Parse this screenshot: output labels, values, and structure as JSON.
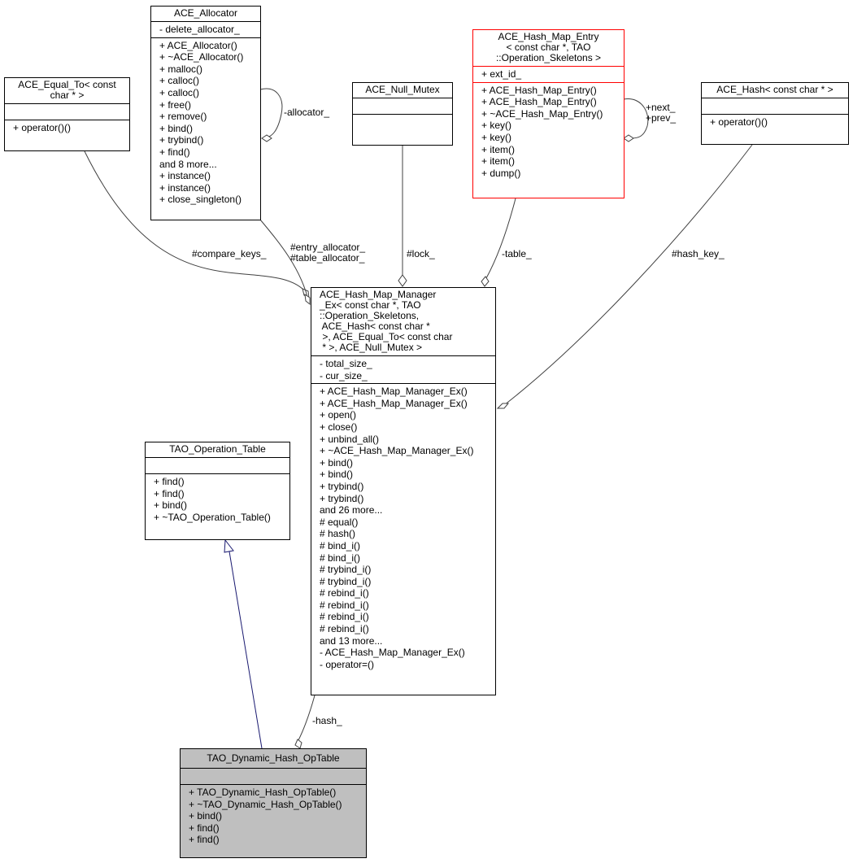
{
  "classes": {
    "allocator": {
      "title": "ACE_Allocator",
      "attributes": [
        "- delete_allocator_"
      ],
      "methods": [
        "+ ACE_Allocator()",
        "+ ~ACE_Allocator()",
        "+ malloc()",
        "+ calloc()",
        "+ calloc()",
        "+ free()",
        "+ remove()",
        "+ bind()",
        "+ trybind()",
        "+ find()",
        "and 8 more...",
        "+ instance()",
        "+ instance()",
        "+ close_singleton()"
      ]
    },
    "equal_to": {
      "title": "ACE_Equal_To< const\nchar * >",
      "attributes": [],
      "methods": [
        "+ operator()()"
      ]
    },
    "null_mutex": {
      "title": "ACE_Null_Mutex",
      "attributes": [],
      "methods": []
    },
    "map_entry": {
      "title": "ACE_Hash_Map_Entry\n< const char *, TAO\n::Operation_Skeletons >",
      "attributes": [
        "+ ext_id_"
      ],
      "methods": [
        "+ ACE_Hash_Map_Entry()",
        "+ ACE_Hash_Map_Entry()",
        "+ ~ACE_Hash_Map_Entry()",
        "+ key()",
        "+ key()",
        "+ item()",
        "+ item()",
        "+ dump()"
      ]
    },
    "hash": {
      "title": "ACE_Hash< const char * >",
      "attributes": [],
      "methods": [
        "+ operator()()"
      ]
    },
    "manager": {
      "title": "ACE_Hash_Map_Manager\n_Ex< const char *, TAO\n::Operation_Skeletons,\n ACE_Hash< const char *\n >, ACE_Equal_To< const char\n * >, ACE_Null_Mutex >",
      "attributes": [
        "- total_size_",
        "- cur_size_"
      ],
      "methods": [
        "+ ACE_Hash_Map_Manager_Ex()",
        "+ ACE_Hash_Map_Manager_Ex()",
        "+ open()",
        "+ close()",
        "+ unbind_all()",
        "+ ~ACE_Hash_Map_Manager_Ex()",
        "+ bind()",
        "+ bind()",
        "+ trybind()",
        "+ trybind()",
        "and 26 more...",
        "# equal()",
        "# hash()",
        "# bind_i()",
        "# bind_i()",
        "# trybind_i()",
        "# trybind_i()",
        "# rebind_i()",
        "# rebind_i()",
        "# rebind_i()",
        "# rebind_i()",
        "and 13 more...",
        "- ACE_Hash_Map_Manager_Ex()",
        "- operator=()"
      ]
    },
    "op_table": {
      "title": "TAO_Operation_Table",
      "attributes": [],
      "methods": [
        "+ find()",
        "+ find()",
        "+ bind()",
        "+ ~TAO_Operation_Table()"
      ]
    },
    "dynamic": {
      "title": "TAO_Dynamic_Hash_OpTable",
      "attributes": [],
      "methods": [
        "+ TAO_Dynamic_Hash_OpTable()",
        "+ ~TAO_Dynamic_Hash_OpTable()",
        "+ bind()",
        "+ find()",
        "+ find()"
      ]
    }
  },
  "labels": {
    "allocator_self": "-allocator_",
    "compare_keys": "#compare_keys_",
    "entry_allocator": "#entry_allocator_\n#table_allocator_",
    "lock": "#lock_",
    "table": "-table_",
    "next_prev": "+next_\n+prev_",
    "hash_key": "#hash_key_",
    "hash": "-hash_"
  },
  "colors": {
    "class_border": "#000000",
    "highlight_border": "#ff0000",
    "focus_fill": "#bfbfbf",
    "inheritance_edge": "#191970",
    "association_edge": "#404040"
  }
}
